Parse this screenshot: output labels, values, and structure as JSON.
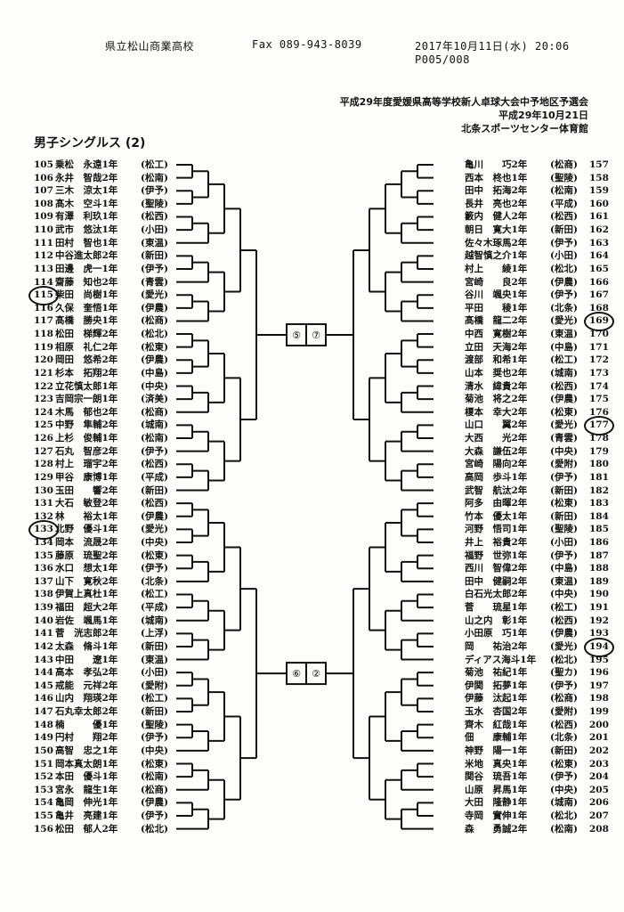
{
  "fax_header": {
    "sender": "県立松山商業高校",
    "fax": "Fax 089-943-8039",
    "datetime_page": "2017年10月11日(水) 20:06 P005/008"
  },
  "tournament": {
    "name": "平成29年度愛媛県高等学校新人卓球大会中予地区予選会",
    "date": "平成29年10月21日",
    "venue": "北条スポーツセンター体育館"
  },
  "event": "男子シングルス (2)",
  "left_players": [
    {
      "no": "105",
      "name": "乗松　永遠1年",
      "school": "(松工)"
    },
    {
      "no": "106",
      "name": "永井　智哉2年",
      "school": "(松南)"
    },
    {
      "no": "107",
      "name": "三木　涼太1年",
      "school": "(伊予)"
    },
    {
      "no": "108",
      "name": "髙木　空斗1年",
      "school": "(聖陵)"
    },
    {
      "no": "109",
      "name": "有澤　利玖1年",
      "school": "(松西)"
    },
    {
      "no": "110",
      "name": "武市　悠汰1年",
      "school": "(小田)"
    },
    {
      "no": "111",
      "name": "田村　智也1年",
      "school": "(東温)"
    },
    {
      "no": "112",
      "name": "中谷進太郎2年",
      "school": "(新田)"
    },
    {
      "no": "113",
      "name": "田邊　虎一1年",
      "school": "(伊予)"
    },
    {
      "no": "114",
      "name": "齋藤　知也2年",
      "school": "(青雲)"
    },
    {
      "no": "115",
      "name": "柴田　尚樹1年",
      "school": "(愛光)",
      "circled": true
    },
    {
      "no": "116",
      "name": "久保　奎悟1年",
      "school": "(伊農)"
    },
    {
      "no": "117",
      "name": "髙橋　勝央1年",
      "school": "(松商)"
    },
    {
      "no": "118",
      "name": "松田　梯輝2年",
      "school": "(松北)"
    },
    {
      "no": "119",
      "name": "相原　礼仁2年",
      "school": "(松東)"
    },
    {
      "no": "120",
      "name": "岡田　悠希2年",
      "school": "(伊農)"
    },
    {
      "no": "121",
      "name": "杉本　拓翔2年",
      "school": "(中島)"
    },
    {
      "no": "122",
      "name": "立花慎太郎1年",
      "school": "(中央)"
    },
    {
      "no": "123",
      "name": "吉岡宗一朗1年",
      "school": "(済美)"
    },
    {
      "no": "124",
      "name": "木馬　郁也2年",
      "school": "(松商)"
    },
    {
      "no": "125",
      "name": "中野　隼輔2年",
      "school": "(城南)"
    },
    {
      "no": "126",
      "name": "上杉　俊輔1年",
      "school": "(松南)"
    },
    {
      "no": "127",
      "name": "石丸　智彦2年",
      "school": "(伊予)"
    },
    {
      "no": "128",
      "name": "村上　瑠宇2年",
      "school": "(松西)"
    },
    {
      "no": "129",
      "name": "甲谷　康博1年",
      "school": "(平成)"
    },
    {
      "no": "130",
      "name": "玉田　　響2年",
      "school": "(新田)"
    },
    {
      "no": "131",
      "name": "大石　敏登2年",
      "school": "(松西)"
    },
    {
      "no": "132",
      "name": "林　　裕太1年",
      "school": "(伊農)"
    },
    {
      "no": "133",
      "name": "北野　優斗1年",
      "school": "(愛光)",
      "circled": true
    },
    {
      "no": "134",
      "name": "岡本　流晟2年",
      "school": "(中央)"
    },
    {
      "no": "135",
      "name": "藤原　琉聖2年",
      "school": "(松東)"
    },
    {
      "no": "136",
      "name": "水口　想太1年",
      "school": "(伊予)"
    },
    {
      "no": "137",
      "name": "山下　寛秋2年",
      "school": "(北条)"
    },
    {
      "no": "138",
      "name": "伊賀上真杜1年",
      "school": "(松工)"
    },
    {
      "no": "139",
      "name": "福田　超大2年",
      "school": "(平成)"
    },
    {
      "no": "140",
      "name": "岩佐　颯馬1年",
      "school": "(城南)"
    },
    {
      "no": "141",
      "name": "菅　洸志郎2年",
      "school": "(上浮)"
    },
    {
      "no": "142",
      "name": "太森　脩斗1年",
      "school": "(新田)"
    },
    {
      "no": "143",
      "name": "中田　　遼1年",
      "school": "(東温)"
    },
    {
      "no": "144",
      "name": "高本　孝弘2年",
      "school": "(小田)"
    },
    {
      "no": "145",
      "name": "戒能　元祥2年",
      "school": "(愛附)"
    },
    {
      "no": "146",
      "name": "山内　翔瑛2年",
      "school": "(松工)"
    },
    {
      "no": "147",
      "name": "石丸幸太郎2年",
      "school": "(新田)"
    },
    {
      "no": "148",
      "name": "楠　　　優1年",
      "school": "(聖陵)"
    },
    {
      "no": "149",
      "name": "円村　　翔2年",
      "school": "(伊予)"
    },
    {
      "no": "150",
      "name": "高智　忠之1年",
      "school": "(中央)"
    },
    {
      "no": "151",
      "name": "岡本真太朗1年",
      "school": "(松東)"
    },
    {
      "no": "152",
      "name": "本田　優斗1年",
      "school": "(松南)"
    },
    {
      "no": "153",
      "name": "宮永　龍生1年",
      "school": "(松商)"
    },
    {
      "no": "154",
      "name": "亀岡　伸光1年",
      "school": "(伊農)"
    },
    {
      "no": "155",
      "name": "亀井　亮建1年",
      "school": "(伊予)"
    },
    {
      "no": "156",
      "name": "松田　郁人2年",
      "school": "(松北)"
    }
  ],
  "right_players": [
    {
      "no": "157",
      "name": "亀川　　巧2年",
      "school": "(松商)"
    },
    {
      "no": "158",
      "name": "西本　柊也1年",
      "school": "(聖陵)"
    },
    {
      "no": "159",
      "name": "田中　拓海2年",
      "school": "(松南)"
    },
    {
      "no": "160",
      "name": "長井　亮也2年",
      "school": "(平成)"
    },
    {
      "no": "161",
      "name": "籔内　健人2年",
      "school": "(松西)"
    },
    {
      "no": "162",
      "name": "朝日　寛大1年",
      "school": "(新田)"
    },
    {
      "no": "163",
      "name": "佐々木琢馬2年",
      "school": "(伊予)"
    },
    {
      "no": "164",
      "name": "越智慎之介1年",
      "school": "(小田)"
    },
    {
      "no": "165",
      "name": "村上　　綾1年",
      "school": "(松北)"
    },
    {
      "no": "166",
      "name": "宮崎　　良2年",
      "school": "(伊農)"
    },
    {
      "no": "167",
      "name": "谷川　颯央1年",
      "school": "(伊予)"
    },
    {
      "no": "168",
      "name": "平田　　稜1年",
      "school": "(北条)"
    },
    {
      "no": "169",
      "name": "髙橋　龍二2年",
      "school": "(愛光)",
      "circled": true
    },
    {
      "no": "170",
      "name": "中西　寛樹2年",
      "school": "(東温)"
    },
    {
      "no": "171",
      "name": "立田　天海2年",
      "school": "(中島)"
    },
    {
      "no": "172",
      "name": "渡部　和希1年",
      "school": "(松工)"
    },
    {
      "no": "173",
      "name": "山本　奨也2年",
      "school": "(城南)"
    },
    {
      "no": "174",
      "name": "清水　緯貴2年",
      "school": "(松西)"
    },
    {
      "no": "175",
      "name": "菊池　将之2年",
      "school": "(伊農)"
    },
    {
      "no": "176",
      "name": "榎本　幸大2年",
      "school": "(松東)"
    },
    {
      "no": "177",
      "name": "山口　　翼2年",
      "school": "(愛光)",
      "circled": true
    },
    {
      "no": "178",
      "name": "大西　　光2年",
      "school": "(青雲)"
    },
    {
      "no": "179",
      "name": "大森　謙伍2年",
      "school": "(中央)"
    },
    {
      "no": "180",
      "name": "宮崎　陽向2年",
      "school": "(愛附)"
    },
    {
      "no": "181",
      "name": "高岡　歩斗1年",
      "school": "(伊予)"
    },
    {
      "no": "182",
      "name": "武智　航汰2年",
      "school": "(新田)"
    },
    {
      "no": "183",
      "name": "阿多　由暉2年",
      "school": "(松東)"
    },
    {
      "no": "184",
      "name": "竹本　優太1年",
      "school": "(新田)"
    },
    {
      "no": "185",
      "name": "河野　悟司1年",
      "school": "(聖陵)"
    },
    {
      "no": "186",
      "name": "井上　裕貴2年",
      "school": "(小田)"
    },
    {
      "no": "187",
      "name": "福野　世弥1年",
      "school": "(伊予)"
    },
    {
      "no": "188",
      "name": "西川　智偉2年",
      "school": "(中島)"
    },
    {
      "no": "189",
      "name": "田中　健嗣2年",
      "school": "(東温)"
    },
    {
      "no": "190",
      "name": "白石光太郎2年",
      "school": "(中央)"
    },
    {
      "no": "191",
      "name": "菅　　琉星1年",
      "school": "(松工)"
    },
    {
      "no": "192",
      "name": "山之内　彰1年",
      "school": "(松西)"
    },
    {
      "no": "193",
      "name": "小田原　巧1年",
      "school": "(伊農)"
    },
    {
      "no": "194",
      "name": "岡　　祐治2年",
      "school": "(愛光)",
      "circled": true
    },
    {
      "no": "195",
      "name": "ディアス海斗1年",
      "school": "(松北)"
    },
    {
      "no": "196",
      "name": "菊池　祐紀1年",
      "school": "(聖カ)"
    },
    {
      "no": "197",
      "name": "伊関　拓夢1年",
      "school": "(伊予)"
    },
    {
      "no": "198",
      "name": "伊藤　汰起1年",
      "school": "(松商)"
    },
    {
      "no": "199",
      "name": "玉水　杏国2年",
      "school": "(愛附)"
    },
    {
      "no": "200",
      "name": "齊木　紅哉1年",
      "school": "(松西)"
    },
    {
      "no": "201",
      "name": "佃　　康輔1年",
      "school": "(北条)"
    },
    {
      "no": "202",
      "name": "神野　陽一1年",
      "school": "(新田)"
    },
    {
      "no": "203",
      "name": "米地　真央1年",
      "school": "(松東)"
    },
    {
      "no": "204",
      "name": "関谷　琉吾1年",
      "school": "(伊予)"
    },
    {
      "no": "205",
      "name": "山原　昇馬1年",
      "school": "(中央)"
    },
    {
      "no": "206",
      "name": "大田　隆静1年",
      "school": "(城南)"
    },
    {
      "no": "207",
      "name": "寺岡　實伸1年",
      "school": "(松北)"
    },
    {
      "no": "208",
      "name": "森　　勇誠2年",
      "school": "(松南)"
    }
  ],
  "final_boxes": [
    {
      "left": "⑤",
      "right": "⑦"
    },
    {
      "left": "⑥",
      "right": "②"
    }
  ]
}
